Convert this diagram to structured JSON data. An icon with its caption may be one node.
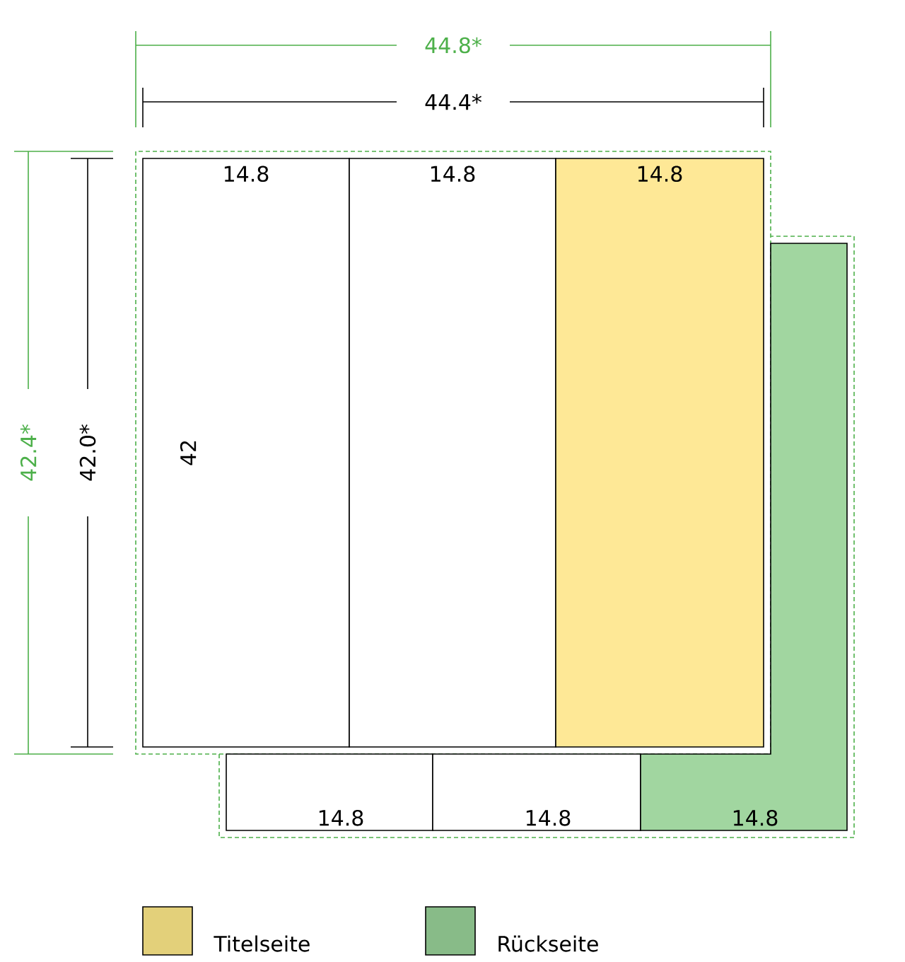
{
  "diagram": {
    "nodes": [
      {
        "text": [
          "14.8",
          "42"
        ]
      },
      {
        "text": [
          "14.8"
        ]
      },
      {
        "text": [
          "14.8"
        ]
      },
      {
        "text": [
          "14.8"
        ]
      },
      {
        "text": [
          "14.8"
        ]
      },
      {
        "text": [
          "14.8"
        ]
      }
    ],
    "labels": [
      "44.8*",
      "44.4*",
      "42.4*",
      "42.0*"
    ],
    "legend": [
      {
        "text": "Titelseite",
        "color": "#e3d07a"
      },
      {
        "text": "Rückseite",
        "color": "#88bb88"
      }
    ]
  }
}
